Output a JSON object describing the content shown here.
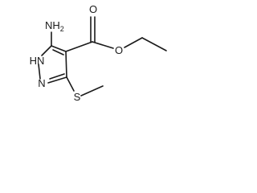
{
  "molecule": {
    "atoms": {
      "amino": "NH2",
      "ring_nh": "HN",
      "ring_n": "N",
      "carbonyl_o": "O",
      "ester_o": "O",
      "sulfur": "S"
    }
  }
}
